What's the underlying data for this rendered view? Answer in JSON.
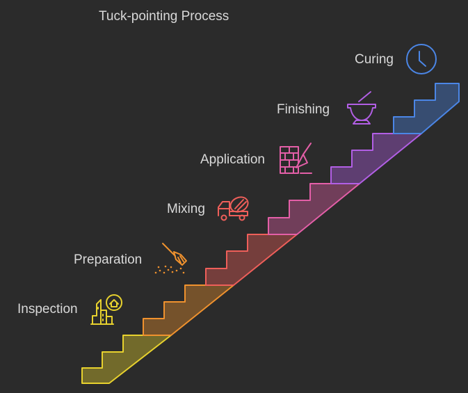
{
  "title": "Tuck-pointing Process",
  "steps": [
    {
      "label": "Inspection",
      "icon": "building-search-icon",
      "color": "#e8d22e"
    },
    {
      "label": "Preparation",
      "icon": "broom-icon",
      "color": "#f0922e"
    },
    {
      "label": "Mixing",
      "icon": "cement-mixer-truck-icon",
      "color": "#ef5f5a"
    },
    {
      "label": "Application",
      "icon": "brick-trowel-icon",
      "color": "#e45fa8"
    },
    {
      "label": "Finishing",
      "icon": "mortar-pestle-icon",
      "color": "#b25fe5"
    },
    {
      "label": "Curing",
      "icon": "clock-icon",
      "color": "#4b86e6"
    }
  ]
}
